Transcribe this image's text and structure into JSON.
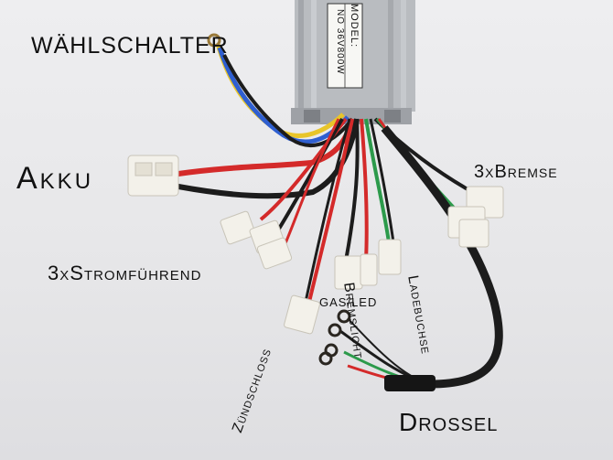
{
  "controller": {
    "model_label": "MODEL:",
    "no_label": "NO 36V800W"
  },
  "labels": {
    "waehlschalter": "WÄHLSCHALTER",
    "akku": "Akku",
    "bremse": "3xBremse",
    "stromfuehrend": "3xStromführend",
    "gas_led": "GAS/LED",
    "bremslicht": "Bremslicht",
    "ladebuchse": "Ladebuchse",
    "zuendschloss": "Zündschloss",
    "drossel": "Drossel"
  },
  "colors": {
    "controller": "#b9bcc0",
    "wire_red": "#d42a2a",
    "wire_black": "#1c1c1c",
    "wire_yellow": "#e8c52a",
    "wire_blue": "#2f5fd0",
    "wire_green": "#2c9a4b",
    "connector": "#f3f1ea"
  }
}
